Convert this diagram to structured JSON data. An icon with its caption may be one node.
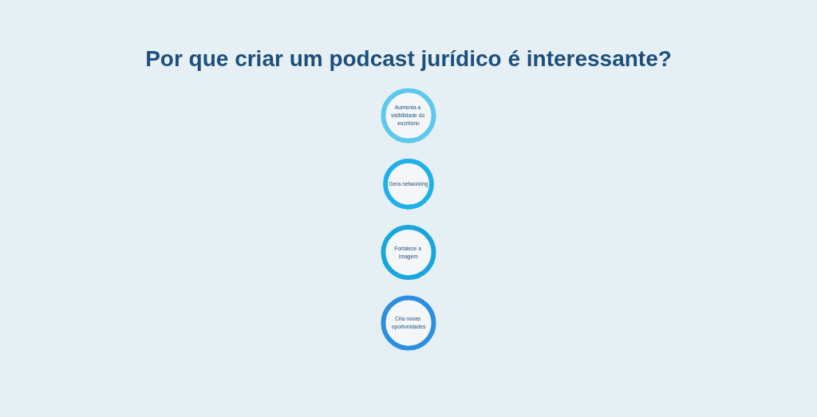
{
  "diagram": {
    "title": "Por que criar um podcast jurídico é interessante?",
    "nodes": [
      {
        "text": [
          "Aumenta a visibilidade do escritório"
        ]
      },
      {
        "text": [
          "Gera networking"
        ]
      },
      {
        "text": [
          "Fortalece a imagem"
        ]
      },
      {
        "text": [
          "Cria novas oportunidades"
        ]
      }
    ]
  }
}
